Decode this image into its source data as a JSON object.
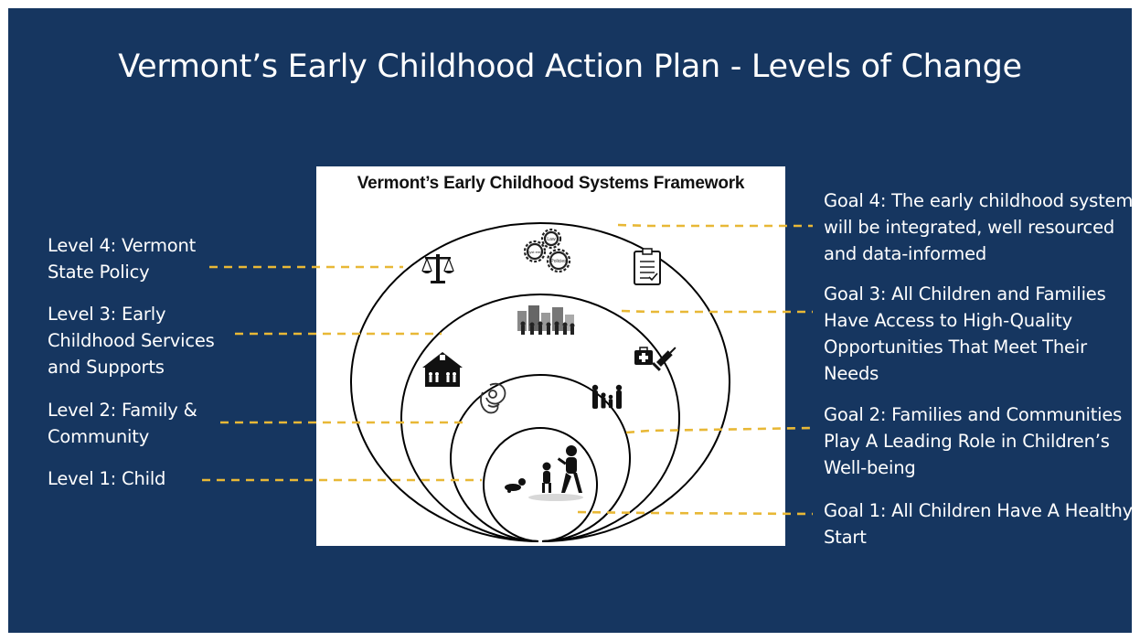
{
  "slide": {
    "title": "Vermont’s Early Childhood Action Plan - Levels of Change",
    "background": "#163660",
    "accent": "#e8b836"
  },
  "framework": {
    "title": "Vermont’s Early Childhood Systems Framework",
    "gear_labels": [
      "Law",
      "Syst ems",
      "Policies"
    ]
  },
  "levels": [
    {
      "lines": [
        "Level 4: Vermont",
        "State Policy"
      ]
    },
    {
      "lines": [
        "Level 3: Early",
        "Childhood Services",
        "and Supports"
      ]
    },
    {
      "lines": [
        "Level 2: Family &",
        "Community"
      ]
    },
    {
      "lines": [
        "Level 1: Child"
      ]
    }
  ],
  "goals": [
    {
      "lines": [
        "Goal 4: The early childhood system",
        "will be integrated, well resourced",
        "and data-informed"
      ]
    },
    {
      "lines": [
        "Goal 3:  All Children and Families",
        "Have Access to High-Quality",
        "Opportunities That Meet Their",
        "Needs"
      ]
    },
    {
      "lines": [
        "Goal 2: Families and Communities",
        "Play A Leading Role in Children’s",
        "Well-being"
      ]
    },
    {
      "lines": [
        "Goal 1: All Children Have A Healthy",
        "Start"
      ]
    }
  ],
  "icons": [
    "scales-of-justice-icon",
    "gears-icon",
    "clipboard-checklist-icon",
    "city-crowd-icon",
    "school-house-icon",
    "first-aid-kit-icon",
    "syringe-icon",
    "mother-baby-icon",
    "family-icon",
    "child-growth-icon"
  ]
}
